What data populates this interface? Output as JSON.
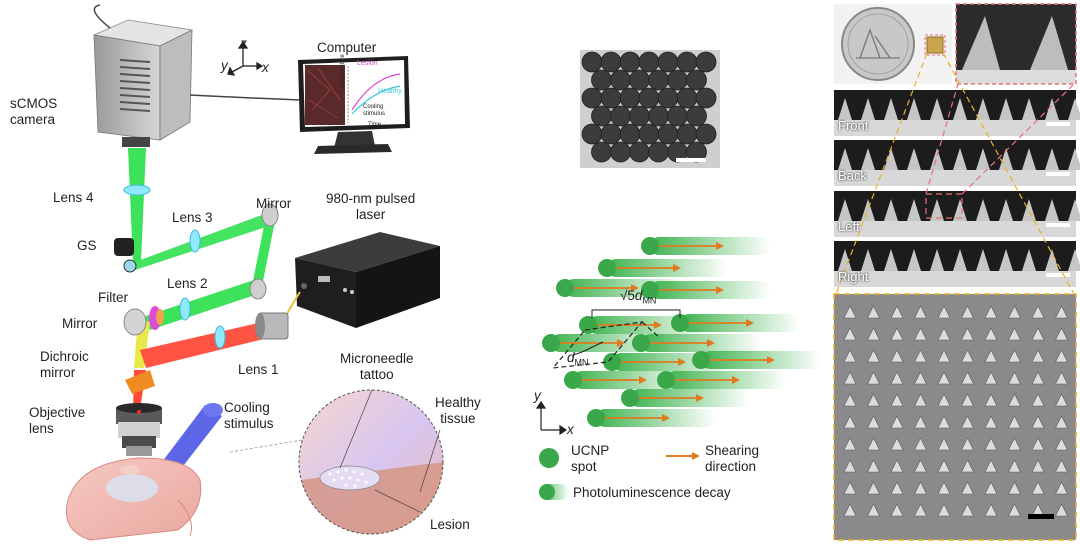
{
  "setup": {
    "camera": "sCMOS\ncamera",
    "computer": "Computer",
    "axis_z": "z",
    "axis_y": "y",
    "axis_x": "x",
    "lens4": "Lens 4",
    "lens3": "Lens 3",
    "lens2": "Lens 2",
    "lens1": "Lens 1",
    "mirror_top": "Mirror",
    "mirror_left": "Mirror",
    "gs": "GS",
    "filter": "Filter",
    "laser": "980-nm pulsed\nlaser",
    "dichroic": "Dichroic\nmirror",
    "objective": "Objective\nlens",
    "cooling": "Cooling\nstimulus",
    "monitor": {
      "lesion": "Lesion",
      "healthy": "Healthy",
      "cooling": "Cooling\nstimulus",
      "time": "Time",
      "temperature": "Temperature"
    },
    "inset": {
      "microneedle_tattoo": "Microneedle\ntattoo",
      "healthy_tissue": "Healthy\ntissue",
      "lesion": "Lesion"
    }
  },
  "scheme": {
    "sqrt5": "√5",
    "d": "d",
    "mn": "MN",
    "axis_y": "y",
    "axis_x": "x",
    "legend": {
      "ucnp": "UCNP\nspot",
      "shearing": "Shearing\ndirection",
      "decay": "Photoluminescence decay"
    }
  },
  "sem": {
    "front": "Front",
    "back": "Back",
    "left": "Left",
    "right": "Right"
  },
  "colors": {
    "laser_green": "#36e04a",
    "laser_red": "#ff4a3a",
    "arrow_orange": "#e07a1e",
    "spot_green": "#3aa84a",
    "lens_cyan": "#7fe3ff",
    "dashed_yellow": "#e6b22a",
    "dashed_pink": "#e8707a"
  }
}
